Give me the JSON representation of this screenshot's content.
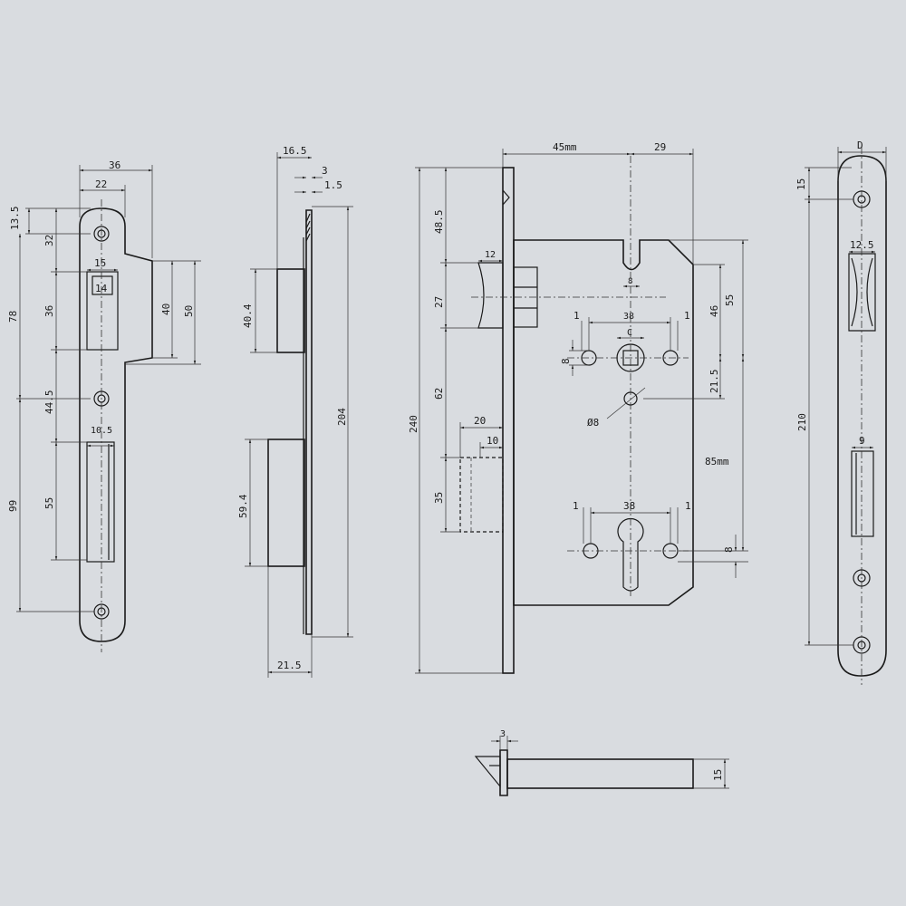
{
  "strike_plate": {
    "w36": "36",
    "w22": "22",
    "h13_5": "13.5",
    "h32": "32",
    "w15": "15",
    "w14": "14",
    "h78": "78",
    "h36": "36",
    "h40": "40",
    "h50": "50",
    "h44_5": "44.5",
    "w10_5": "10.5",
    "h99": "99",
    "h55": "55"
  },
  "side_view": {
    "w16_5": "16.5",
    "w3": "3",
    "w1_5": "1.5",
    "h40_4": "40.4",
    "h204": "204",
    "h59_4": "59.4",
    "w21_5": "21.5"
  },
  "lock_body": {
    "w45": "45mm",
    "w29": "29",
    "h48_5": "48.5",
    "h240": "240",
    "w12": "12",
    "h27": "27",
    "w8": "8",
    "h55": "55",
    "w1a": "1",
    "w38a": "38",
    "w1b": "1",
    "h46": "46",
    "c": "C",
    "h8a": "8",
    "h21_5": "21.5",
    "h62": "62",
    "d8": "Ø8",
    "w20": "20",
    "w10": "10",
    "h85": "85mm",
    "h35": "35",
    "w1c": "1",
    "w38b": "38",
    "w1d": "1",
    "h8b": "8"
  },
  "face_plate": {
    "d": "D",
    "h15": "15",
    "w12_5": "12.5",
    "h210": "210",
    "w9": "9"
  },
  "spindle": {
    "w3": "3",
    "h15": "15"
  }
}
